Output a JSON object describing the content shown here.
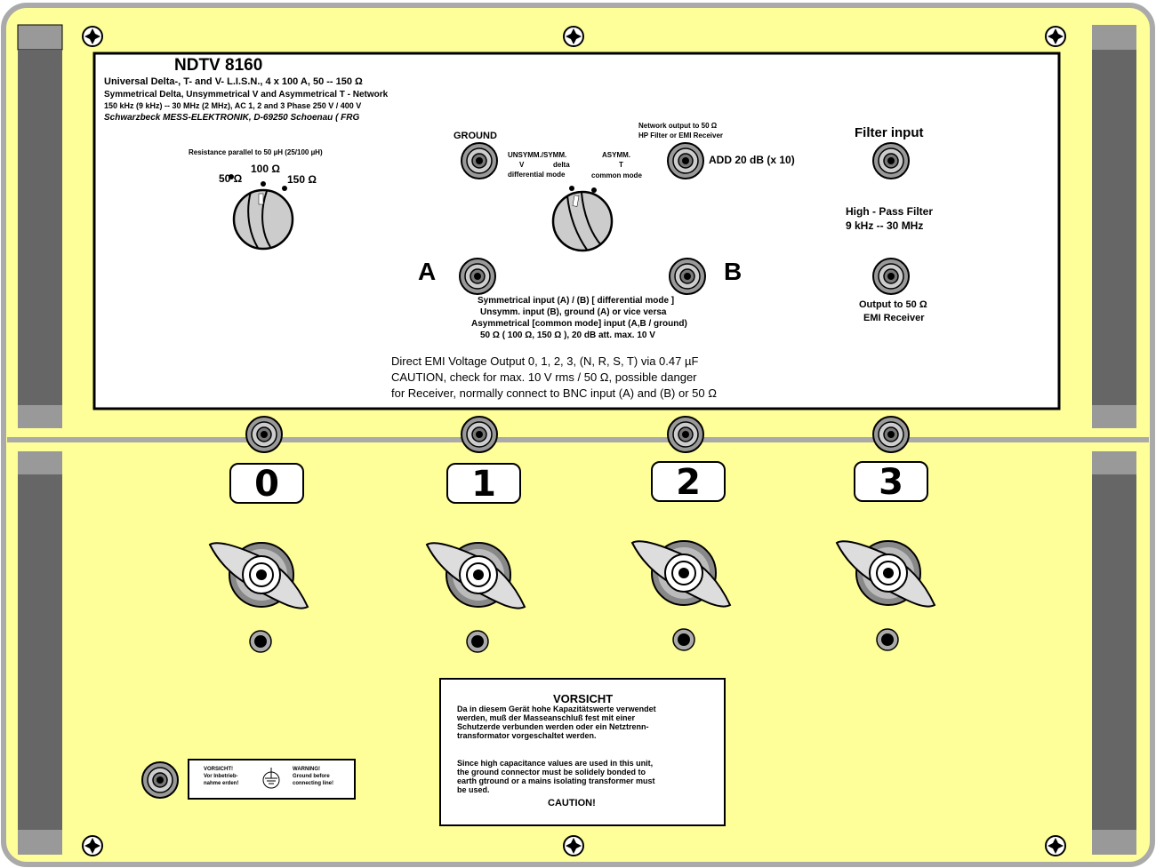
{
  "header": {
    "model": "NDTV  8160",
    "line1": "Universal Delta-, T- and V- L.I.S.N., 4 x 100 A, 50 -- 150 Ω",
    "line2": "Symmetrical Delta,  Unsymmetrical V and Asymmetrical T - Network",
    "line3": "150 kHz (9 kHz) -- 30 MHz (2 MHz), AC 1, 2 and 3 Phase 250 V / 400 V",
    "line4": "Schwarzbeck MESS-ELEKTRONIK,  D-69250 Schoenau ( FRG"
  },
  "resistance": {
    "title": "Resistance parallel to 50 µH (25/100 µH)",
    "opt_50": "50 Ω",
    "opt_100": "100 Ω",
    "opt_150": "150 Ω"
  },
  "ground_label": "GROUND",
  "mode": {
    "unsymm_symm": "UNSYMM./SYMM.",
    "v": "V",
    "delta": "delta",
    "differential": "differential mode",
    "asymm": "ASYMM.",
    "t": "T",
    "common": "common mode"
  },
  "network": {
    "line1": "Network output to 50 Ω",
    "line2": "HP Filter or EMI Receiver",
    "add": "ADD 20 dB (x 10)"
  },
  "filter": {
    "input": "Filter input",
    "hp1": "High - Pass  Filter",
    "hp2": "9 kHz -- 30 MHz",
    "out1": "Output to 50 Ω",
    "out2": "EMI  Receiver"
  },
  "inputs": {
    "a": "A",
    "b": "B",
    "desc1": "Symmetrical input (A) / (B) [ differential mode ]",
    "desc2": "Unsymm. input (B), ground (A) or vice versa",
    "desc3": "Asymmetrical [common mode] input (A,B / ground)",
    "desc4": "50 Ω ( 100 Ω, 150 Ω ), 20 dB att. max. 10 V"
  },
  "direct": {
    "line1": "Direct EMI Voltage Output 0, 1, 2, 3, (N, R, S, T) via 0.47 µF",
    "line2": "CAUTION,  check for max. 10 V rms / 50 Ω, possible danger",
    "line3": "for Receiver, normally connect to BNC input (A) and (B) or 50 Ω"
  },
  "channels": [
    "0",
    "1",
    "2",
    "3"
  ],
  "ground_label_box": {
    "de1": "VORSICHT!",
    "de2": "Vor Inbetrieb-",
    "de3": "nahme erden!",
    "en1": "WARNING!",
    "en2": "Ground before",
    "en3": "connecting line!"
  },
  "warning": {
    "title": "VORSICHT",
    "de1": "Da in diesem Gerät hohe Kapazitätswerte verwendet",
    "de2": "werden, muß der Masseanschluß fest mit einer",
    "de3": "Schutzerde verbunden werden oder ein Netztrenn-",
    "de4": "transformator vorgeschaltet werden.",
    "en1": "Since high capacitance values are used in this unit,",
    "en2": "the ground connector must be solidely bonded to",
    "en3": "earth gtround or a mains isolating transformer must",
    "en4": "be used.",
    "caution": "CAUTION!"
  },
  "colors": {
    "panel": "#ffff99",
    "rail": "#666666",
    "rail_end": "#999999",
    "knob_grey": "#cccccc"
  }
}
